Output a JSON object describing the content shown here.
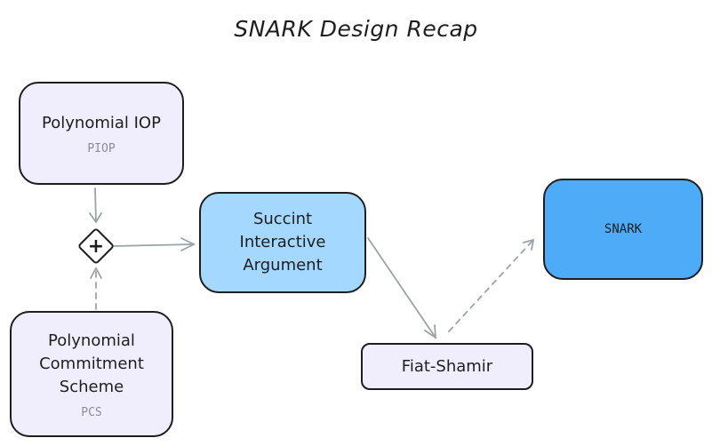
{
  "title": "SNARK Design Recap",
  "nodes": {
    "piop": {
      "label": "Polynomial IOP",
      "sub": "PIOP"
    },
    "pcs": {
      "label": "Polynomial\nCommitment\nScheme",
      "sub": "PCS"
    },
    "combine": {
      "symbol": "+"
    },
    "sia": {
      "label": "Succint\nInteractive\nArgument"
    },
    "fiat_shamir": {
      "label": "Fiat-Shamir"
    },
    "snark": {
      "label": "SNARK"
    }
  },
  "colors": {
    "lavender": "#f0eefc",
    "light_blue": "#a5d8ff",
    "blue": "#4dabf7",
    "stroke": "#1e1e1e",
    "arrow": "#a3abb3"
  }
}
